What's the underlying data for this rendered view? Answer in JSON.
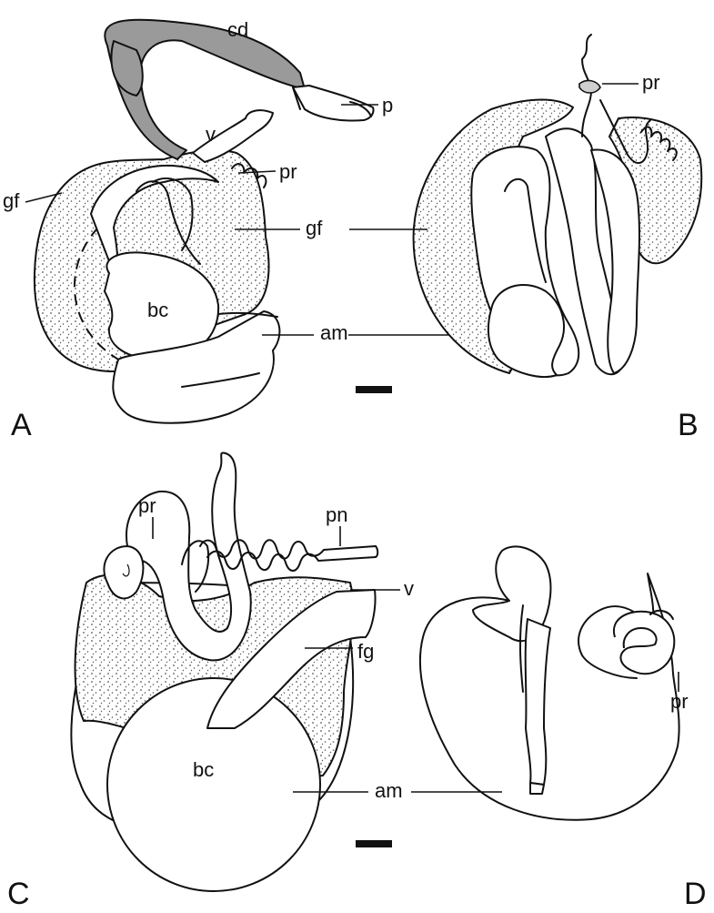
{
  "panels": {
    "A": {
      "letter": "A",
      "labels": {
        "cd": "cd",
        "p": "p",
        "v": "v",
        "pr": "pr",
        "gf_left": "gf",
        "gf_right": "gf",
        "bc": "bc",
        "am": "am"
      }
    },
    "B": {
      "letter": "B",
      "labels": {
        "pr": "pr"
      }
    },
    "C": {
      "letter": "C",
      "labels": {
        "pr": "pr",
        "pn": "pn",
        "v": "v",
        "fg": "fg",
        "bc": "bc",
        "am": "am"
      }
    },
    "D": {
      "letter": "D",
      "labels": {
        "pr": "pr"
      }
    }
  },
  "scale_bars": [
    "top",
    "bottom"
  ],
  "colors": {
    "ink": "#111111",
    "stipple": "#555555",
    "duct": "#9a9a9a"
  }
}
